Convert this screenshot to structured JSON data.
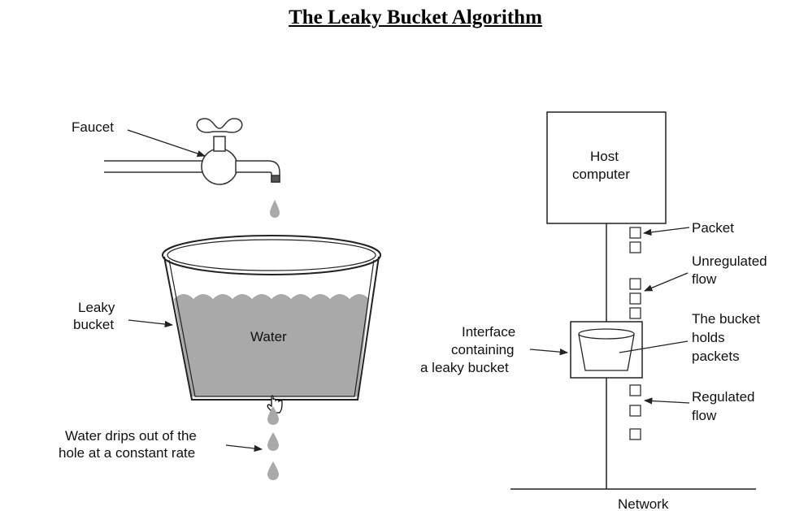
{
  "title": "The Leaky Bucket Algorithm",
  "left": {
    "faucet_label": "Faucet",
    "bucket_label": [
      "Leaky",
      "bucket"
    ],
    "water_label": "Water",
    "drip_label": [
      "Water drips out of the",
      "hole at a constant rate"
    ]
  },
  "right": {
    "host_label": [
      "Host",
      "computer"
    ],
    "packet_label": "Packet",
    "unregulated_label": [
      "Unregulated",
      "flow"
    ],
    "bucket_holds_label": [
      "The bucket",
      "holds",
      "packets"
    ],
    "interface_label": [
      "Interface",
      "containing",
      "a leaky bucket"
    ],
    "regulated_label": [
      "Regulated",
      "flow"
    ],
    "network_label": "Network"
  },
  "colors": {
    "water": "#a9a9a9",
    "drop": "#a9a9a9",
    "line": "#222222"
  }
}
